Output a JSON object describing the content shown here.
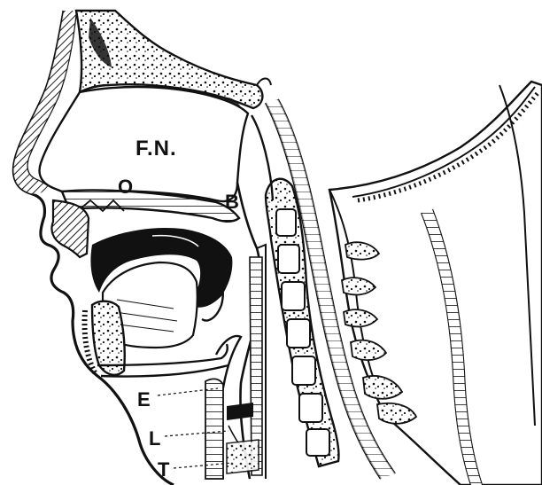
{
  "figure": {
    "labels": {
      "fn": "F.N.",
      "o": "O",
      "b": "B",
      "e": "E",
      "l": "L",
      "t": "T"
    },
    "colors": {
      "ink": "#111111",
      "paper": "#ffffff"
    }
  }
}
